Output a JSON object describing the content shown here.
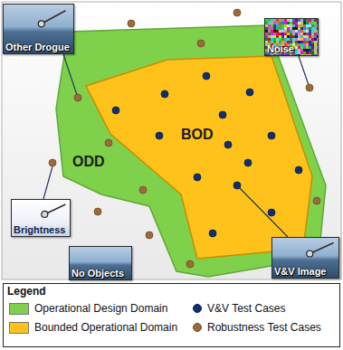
{
  "diagram": {
    "nodes": [
      {
        "text": [
          "Other Drogue"
        ]
      },
      {
        "text": [
          "Noise"
        ]
      },
      {
        "text": [
          "ODD"
        ]
      },
      {
        "text": [
          "BOD"
        ],
        "in": 2
      },
      {
        "text": [
          "Brightness"
        ]
      },
      {
        "text": [
          "No Objects"
        ]
      },
      {
        "text": [
          "V&V Image"
        ]
      }
    ],
    "labels": [
      "Legend"
    ],
    "legend": [
      {
        "text": "Operational Design Domain",
        "color": "#7fd14b"
      },
      {
        "text": "Bounded Operational Domain",
        "color": "#ffc21a"
      },
      {
        "text": "V&V Test Cases"
      },
      {
        "text": "Robustness Test Cases"
      }
    ]
  }
}
